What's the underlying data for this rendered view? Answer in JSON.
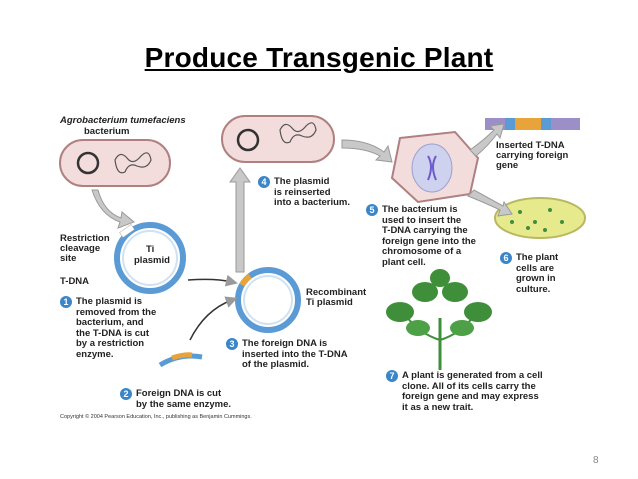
{
  "title": "Produce Transgenic Plant",
  "labels": {
    "agro": "Agrobacterium tumefaciens",
    "bacterium": "bacterium",
    "restriction1": "Restriction",
    "restriction2": "cleavage",
    "restriction3": "site",
    "tdna": "T-DNA",
    "ti1": "Ti",
    "ti2": "plasmid",
    "recomb1": "Recombinant",
    "recomb2": "Ti plasmid",
    "inserted1": "Inserted T-DNA",
    "inserted2": "carrying foreign",
    "inserted3": "gene"
  },
  "steps": [
    {
      "number": "1",
      "lines": [
        "The plasmid is",
        "removed from the",
        "bacterium, and",
        "the T-DNA is cut",
        "by a restriction",
        "enzyme."
      ]
    },
    {
      "number": "2",
      "lines": [
        "Foreign DNA is cut",
        "by the same enzyme."
      ]
    },
    {
      "number": "3",
      "lines": [
        "The foreign DNA is",
        "inserted into the T-DNA",
        "of the plasmid."
      ]
    },
    {
      "number": "4",
      "lines": [
        "The plasmid",
        "is reinserted",
        "into a bacterium."
      ]
    },
    {
      "number": "5",
      "lines": [
        "The bacterium is",
        "used to insert the",
        "T-DNA carrying the",
        "foreign gene into the",
        "chromosome of a",
        "plant cell."
      ]
    },
    {
      "number": "6",
      "lines": [
        "The plant",
        "cells are",
        "grown in",
        "culture."
      ]
    },
    {
      "number": "7",
      "lines": [
        "A plant is generated from a cell",
        "clone. All of its cells carry the",
        "foreign gene and may express",
        "it as a new trait."
      ]
    }
  ],
  "copyright": "Copyright © 2004 Pearson Education, Inc., publishing as Benjamin Cummings.",
  "page_number": "8",
  "colors": {
    "plasmid_blue": "#5b9bd5",
    "foreign_dna": "#e8a33a",
    "bacterium_fill": "#f2d9d9",
    "arrow_gray": "#b8b8b8",
    "number_blue": "#3a86c8",
    "plant_green": "#3f8f3a",
    "culture_yellow": "#e4e88a"
  }
}
